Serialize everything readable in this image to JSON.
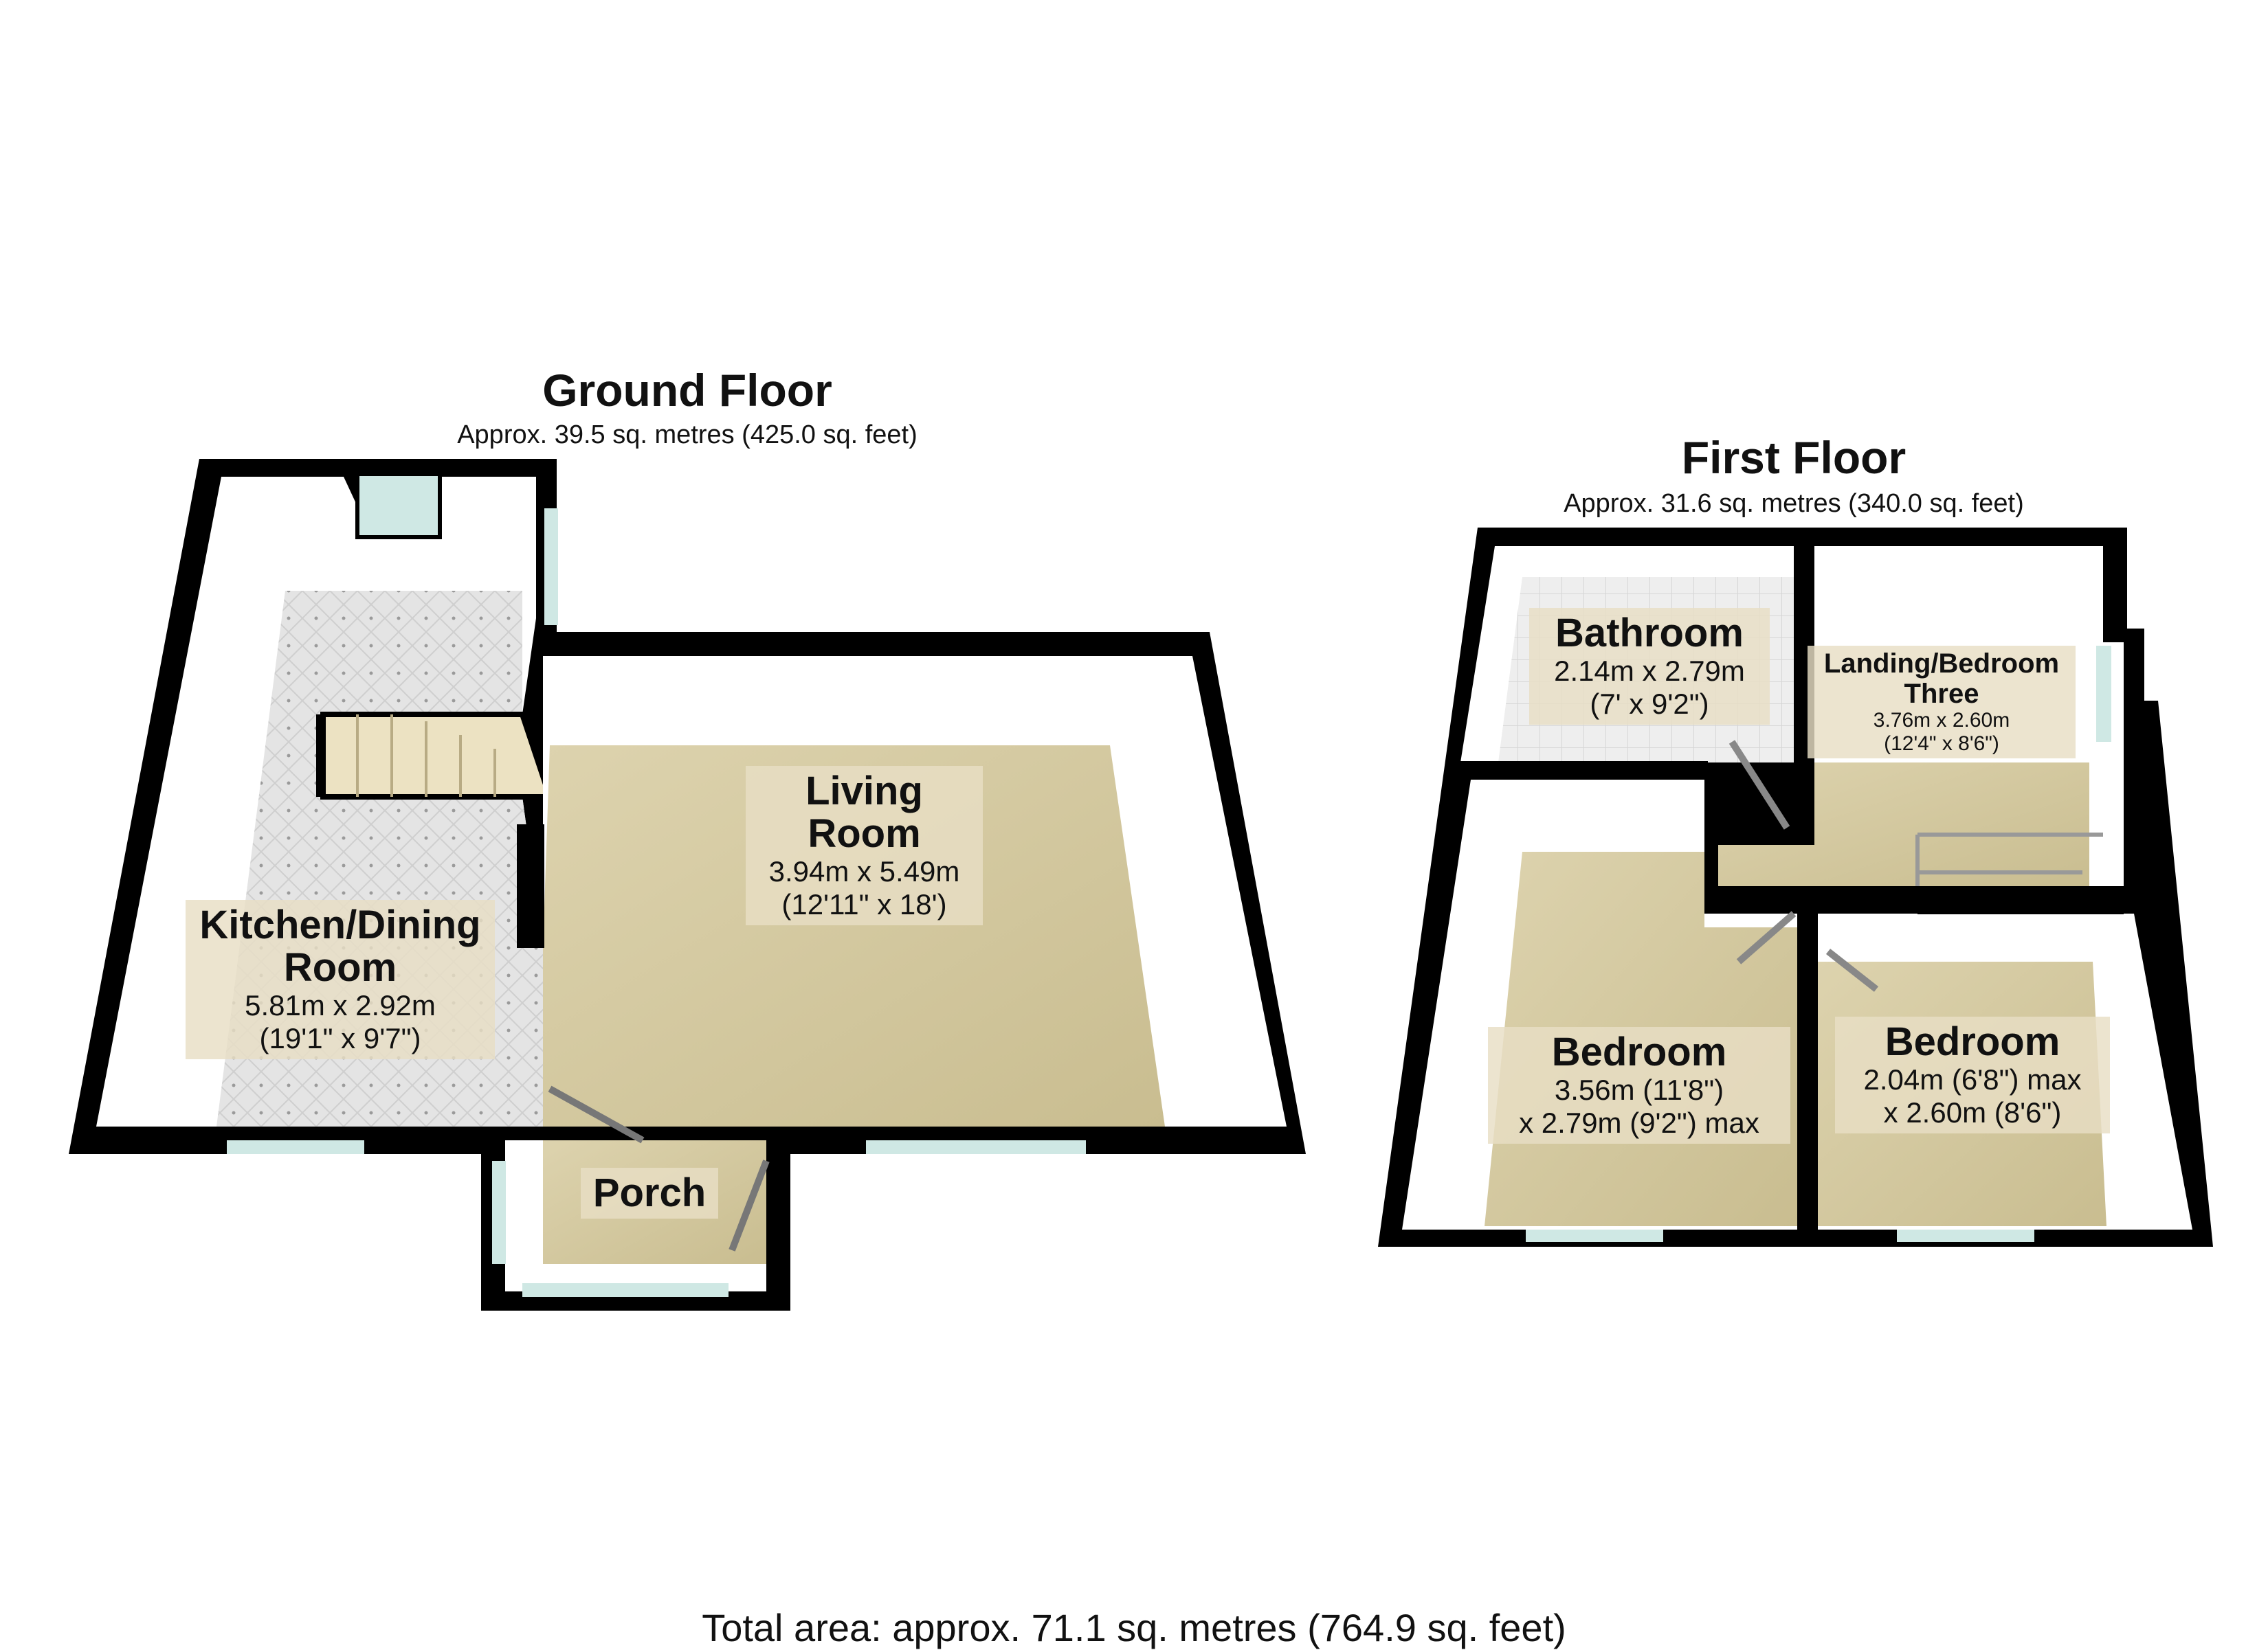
{
  "ground_floor": {
    "title": "Ground Floor",
    "area": "Approx. 39.5 sq. metres (425.0 sq. feet)",
    "rooms": {
      "kitchen": {
        "name_line1": "Kitchen/Dining",
        "name_line2": "Room",
        "dim_line1": "5.81m x 2.92m",
        "dim_line2": "(19'1\" x 9'7\")"
      },
      "living": {
        "name_line1": "Living",
        "name_line2": "Room",
        "dim_line1": "3.94m x 5.49m",
        "dim_line2": "(12'11\" x 18')"
      },
      "porch": {
        "name_line1": "Porch"
      }
    }
  },
  "first_floor": {
    "title": "First Floor",
    "area": "Approx. 31.6 sq. metres (340.0 sq. feet)",
    "rooms": {
      "bathroom": {
        "name_line1": "Bathroom",
        "dim_line1": "2.14m x 2.79m",
        "dim_line2": "(7' x 9'2\")"
      },
      "landing": {
        "name_line1": "Landing/Bedroom",
        "name_line2": "Three",
        "dim_line1": "3.76m x 2.60m",
        "dim_line2": "(12'4\" x 8'6\")"
      },
      "bedroom1": {
        "name_line1": "Bedroom",
        "dim_line1": "3.56m (11'8\")",
        "dim_line2": "x 2.79m (9'2\") max"
      },
      "bedroom2": {
        "name_line1": "Bedroom",
        "dim_line1": "2.04m (6'8\") max",
        "dim_line2": "x 2.60m (8'6\")"
      }
    }
  },
  "total_area": "Total area: approx. 71.1 sq. metres (764.9 sq. feet)",
  "colors": {
    "wall": "#000000",
    "wall_inner": "#ffffff",
    "carpet": "#d8cfa8",
    "tile": "#e6e6e6",
    "window": "#cfe8e4",
    "stair": "#efe6c8"
  }
}
